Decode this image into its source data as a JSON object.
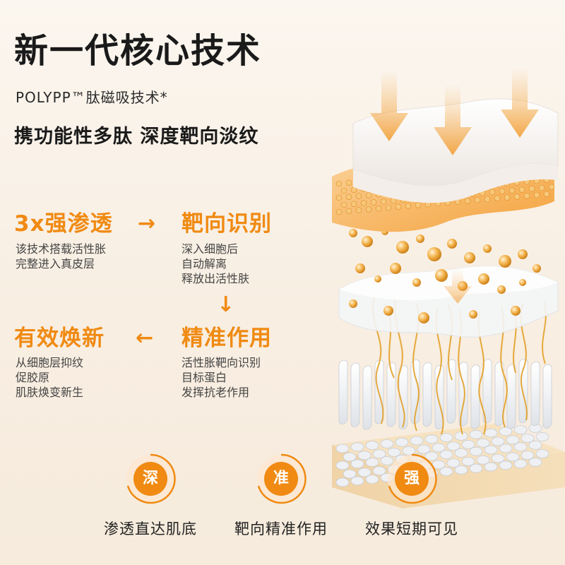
{
  "header": {
    "title": "新一代核心技术",
    "subtitle": "POLYPP™肽磁吸技术*",
    "tagline": "携功能性多肽 深度靶向淡纹"
  },
  "steps": [
    {
      "title": "3x强渗透",
      "lines": [
        "该技术搭载活性胀",
        "完整进入真皮层"
      ]
    },
    {
      "title": "靶向识别",
      "lines": [
        "深入细胞后",
        "自动解离",
        "释放出活性肤"
      ]
    },
    {
      "title": "精准作用",
      "lines": [
        "活性胀靶向识别",
        "目标蛋白",
        "发挥抗老作用"
      ]
    },
    {
      "title": "有效焕新",
      "lines": [
        "从细胞层抑纹",
        "促胶原",
        "肌肤焕变新生"
      ]
    }
  ],
  "arrows": {
    "right": "→",
    "down": "↓",
    "left": "←"
  },
  "badges": [
    {
      "char": "深",
      "label": "渗透直达肌底"
    },
    {
      "char": "准",
      "label": "靶向精准作用"
    },
    {
      "char": "强",
      "label": "效果短期可见"
    }
  ],
  "colors": {
    "accent": "#f08a12",
    "background": "#fbf6ef",
    "text": "#1a1a1a"
  }
}
